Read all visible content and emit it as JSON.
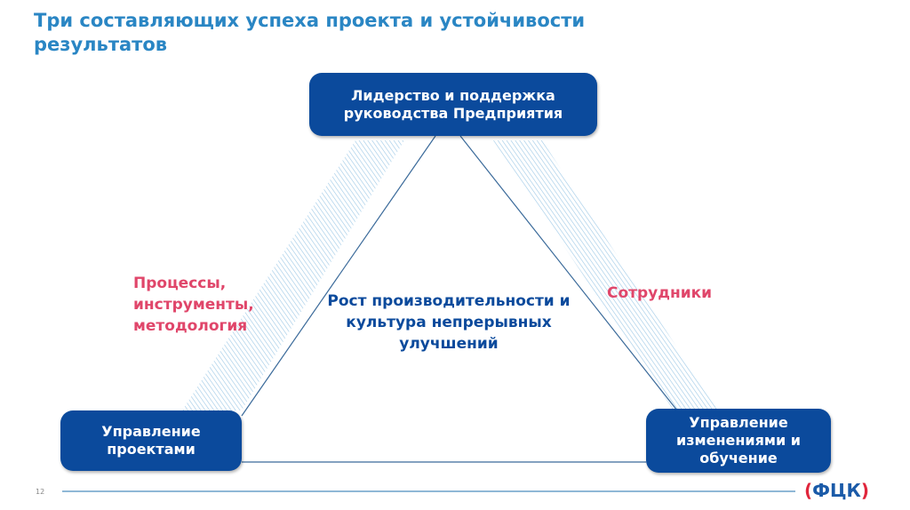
{
  "title": "Три составляющих успеха проекта и устойчивости результатов",
  "top_box": "Лидерство и поддержка руководства Предприятия",
  "left_box": "Управление проектами",
  "right_box": "Управление изменениями и обучение",
  "left_label": "Процессы, инструменты, методология",
  "right_label": "Сотрудники",
  "center_text": "Рост производительности и культура непрерывных улучшений",
  "page_number": "12",
  "logo": {
    "left": "(",
    "text": "ФЦК",
    "right": ")"
  },
  "colors": {
    "box": "#0b4a9c",
    "accent": "#e0466a",
    "title": "#2a86c4"
  }
}
